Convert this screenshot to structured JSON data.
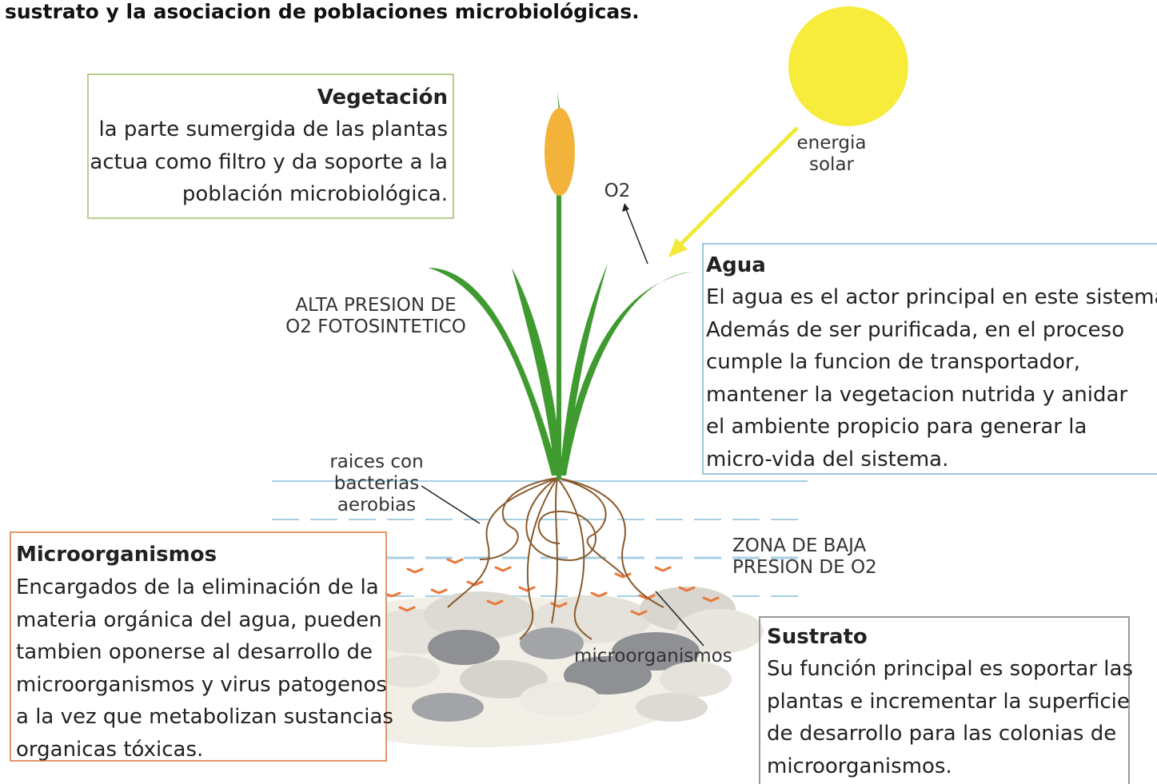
{
  "caption": "sustrato y la asociacion de poblaciones microbiológicas.",
  "boxes": {
    "vegetacion": {
      "title": "Vegetación",
      "lines": [
        "la parte sumergida de las plantas",
        "actua como filtro y da soporte a la",
        "población microbiológica."
      ]
    },
    "agua": {
      "title": "Agua",
      "lines": [
        "El agua es el actor principal en este sistema",
        "Además de ser purificada, en el proceso",
        "cumple la funcion de transportador,",
        "mantener la vegetacion nutrida y anidar",
        "el ambiente propicio para generar la",
        "micro-vida del sistema."
      ]
    },
    "microorganismos": {
      "title": "Microorganismos",
      "lines": [
        "Encargados de la eliminación de la",
        "materia orgánica del agua, pueden",
        "tambien oponerse al desarrollo de",
        "microorganismos y virus patogenos",
        "a la vez que metabolizan sustancias",
        "organicas tóxicas."
      ]
    },
    "sustrato": {
      "title": "Sustrato",
      "lines": [
        "Su función principal es soportar las",
        "plantas e incrementar la superficie",
        "de desarrollo para las colonias de",
        "microorganismos."
      ]
    }
  },
  "labels": {
    "energia": [
      "energia",
      "solar"
    ],
    "o2": "O2",
    "alta_presion": [
      "ALTA PRESION DE",
      "O2 FOTOSINTETICO"
    ],
    "raices": [
      "raices con",
      "bacterias",
      "aerobias"
    ],
    "zona_baja": [
      "ZONA DE BAJA",
      "PRESION DE O2"
    ],
    "microorganismos": "microorganismos"
  },
  "colors": {
    "sun": "#f7ec3c",
    "sun_arrow": "#f2e93a",
    "leaf": "#3f9a2f",
    "cattail": "#f3b33a",
    "root": "#8a5a2c",
    "water_line": "#a7cfe3",
    "microbe": "#e9783a",
    "stone_light": "#e4e2da",
    "stone_dark": "#8f9094",
    "veg_border": "#b7cf8a",
    "agua_border": "#9cc6de",
    "micro_border": "#e2976b",
    "sust_border": "#9a9a9a"
  }
}
